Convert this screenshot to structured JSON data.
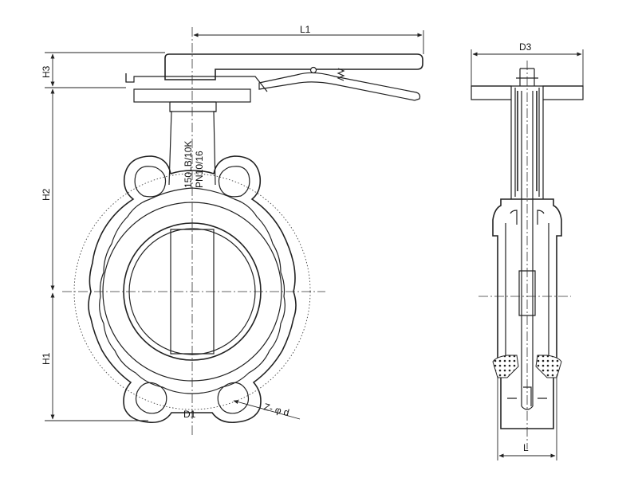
{
  "dimensions": {
    "L1": "L1",
    "H1": "H1",
    "H2": "H2",
    "H3": "H3",
    "D1": "D1",
    "D3": "D3",
    "L": "L",
    "bolt": "Z- φ d"
  },
  "body_marking": {
    "line1": "150LB/10K",
    "line2": "PN10/16"
  },
  "colors": {
    "line": "#222222",
    "background": "#ffffff"
  }
}
